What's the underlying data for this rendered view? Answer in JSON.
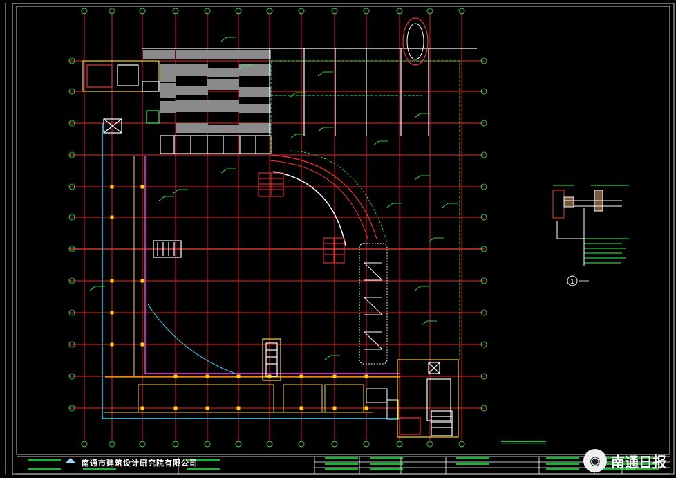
{
  "institute_name": "南通市建筑设计研究院有限公司",
  "watermark_text": "南通日报",
  "watermark_icon": "wechat-icon",
  "detail_callout": "1",
  "colors": {
    "background": "#000000",
    "grid": "#ff2020",
    "walls": "#ffffff",
    "cyan": "#28e0ff",
    "green": "#26ff4a",
    "yellow": "#ffd800",
    "magenta": "#ff40ff",
    "gray_fill": "#8a8a8a",
    "stair_red": "#ff3030"
  }
}
